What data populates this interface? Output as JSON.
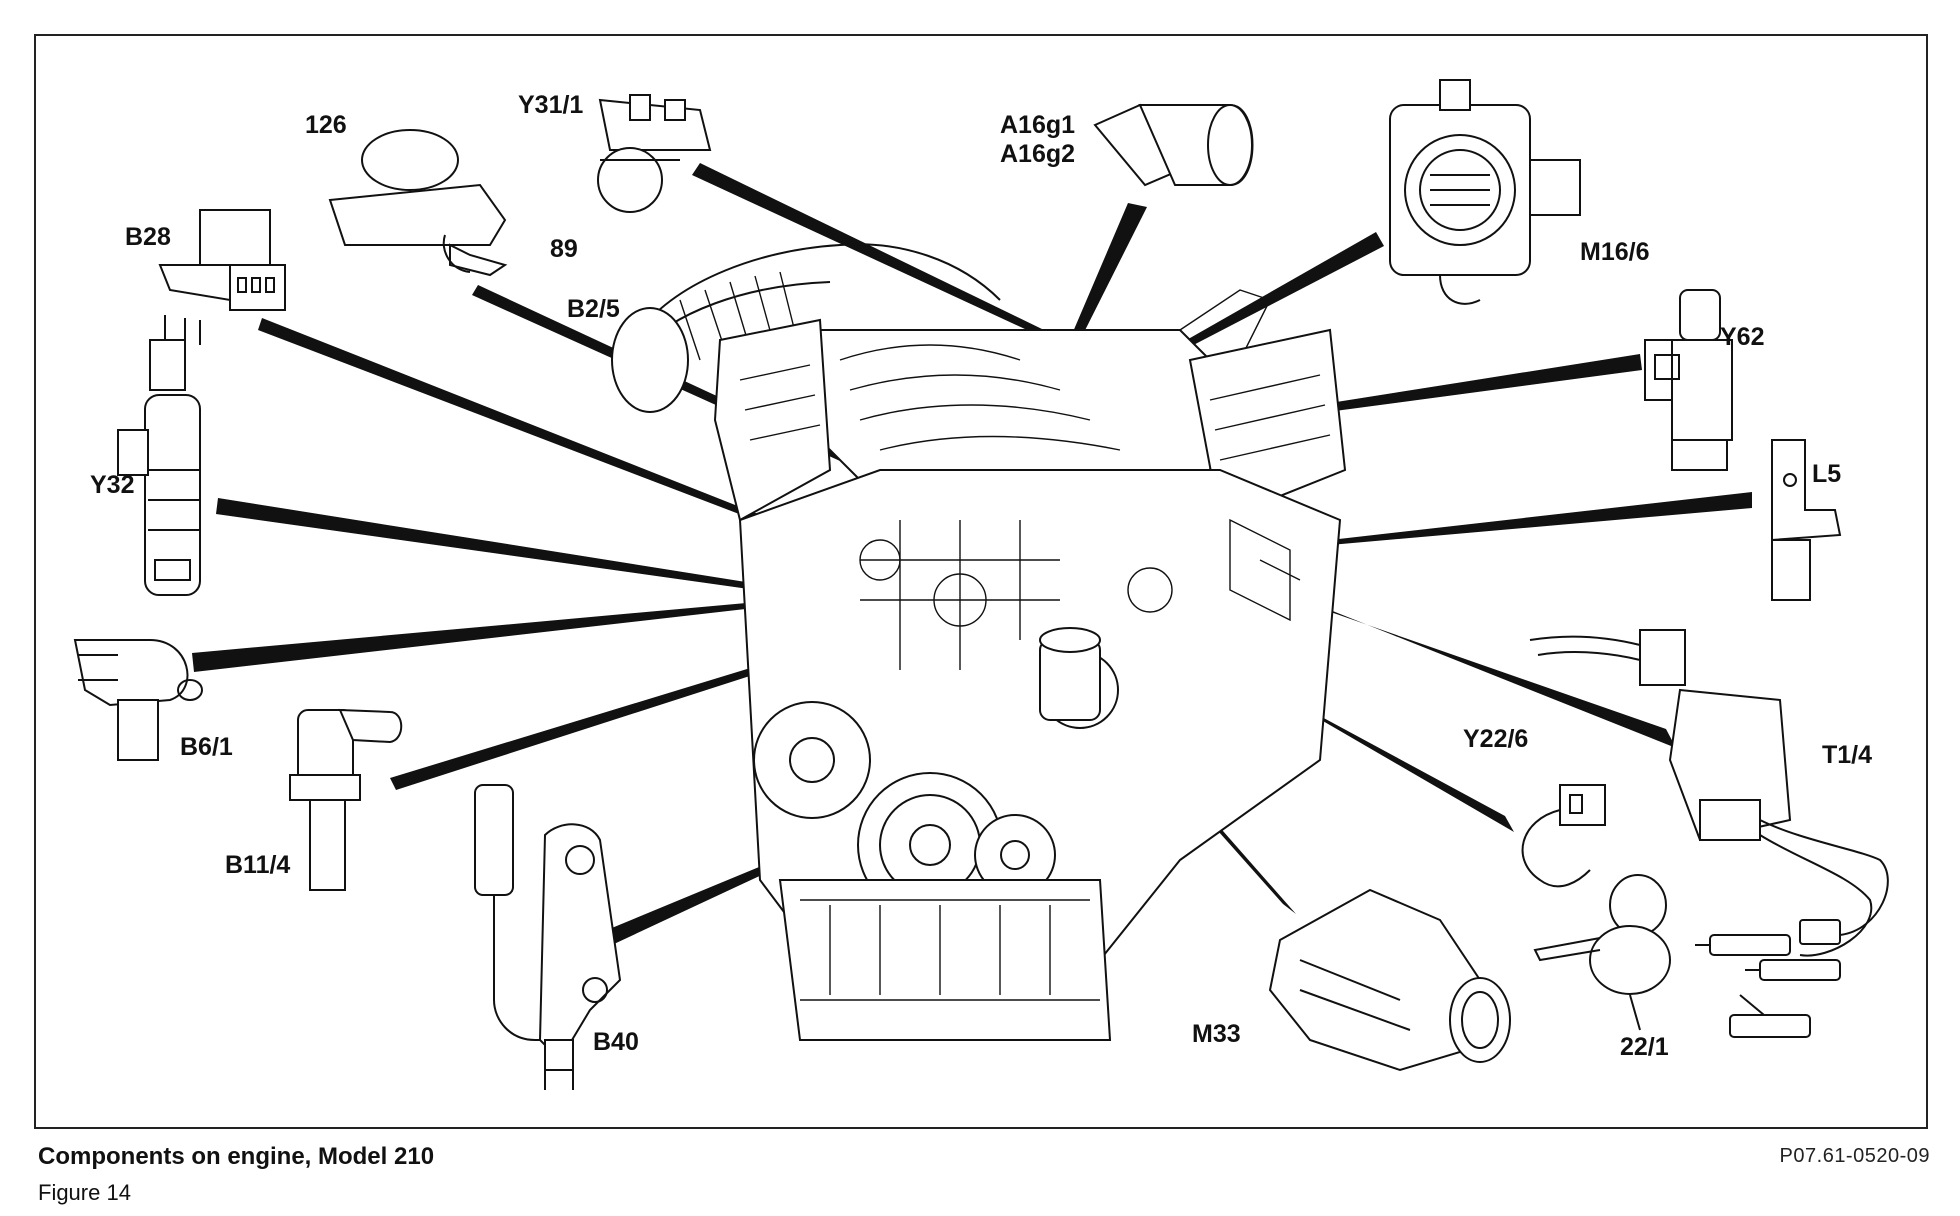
{
  "labels": {
    "l126": "126",
    "y31_1": "Y31/1",
    "a16g1": "A16g1",
    "a16g2": "A16g2",
    "b28": "B28",
    "n89": "89",
    "b2_5": "B2/5",
    "m16_6": "M16/6",
    "y62": "Y62",
    "y32": "Y32",
    "l5": "L5",
    "b6_1": "B6/1",
    "b11_4": "B11/4",
    "y22_6": "Y22/6",
    "t1_4": "T1/4",
    "b40": "B40",
    "m33": "M33",
    "n22_1": "22/1"
  },
  "caption": {
    "title": "Components on engine, Model 210",
    "figure": "Figure 14",
    "ref": "P07.61-0520-09"
  }
}
